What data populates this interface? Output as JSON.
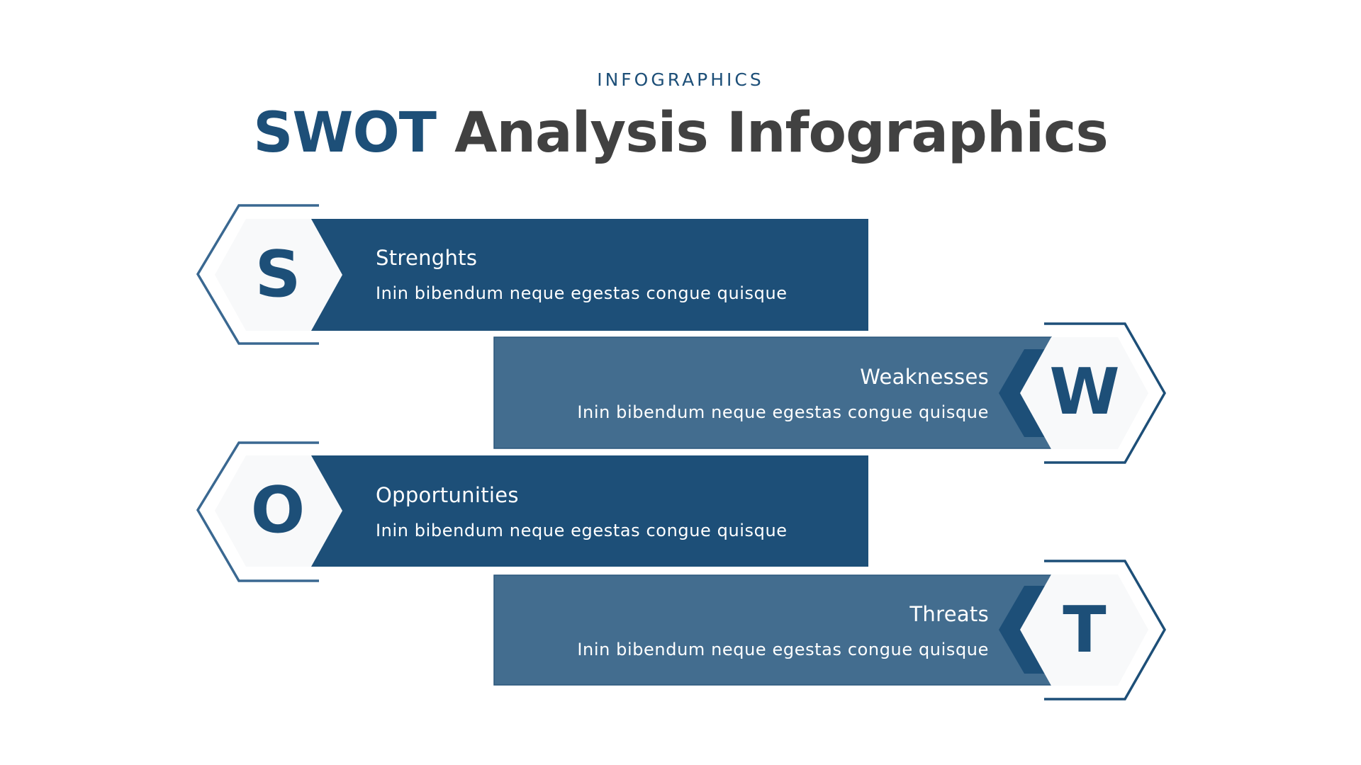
{
  "header": {
    "kicker": "INFOGRAPHICS",
    "title_accent": "SWOT",
    "title_rest": " Analysis Infographics"
  },
  "colors": {
    "dark_blue": "#1d4f78",
    "mid_blue": "#436d8f",
    "hex_fill": "#f8f9fa",
    "title_gray": "#414141"
  },
  "swot": [
    {
      "letter": "S",
      "heading": "Strenghts",
      "body": "Inin bibendum neque egestas congue quisque",
      "side": "left"
    },
    {
      "letter": "W",
      "heading": "Weaknesses",
      "body": "Inin bibendum neque egestas congue quisque",
      "side": "right"
    },
    {
      "letter": "O",
      "heading": "Opportunities",
      "body": "Inin bibendum neque egestas congue quisque",
      "side": "left"
    },
    {
      "letter": "T",
      "heading": "Threats",
      "body": "Inin bibendum neque egestas congue quisque",
      "side": "right"
    }
  ]
}
